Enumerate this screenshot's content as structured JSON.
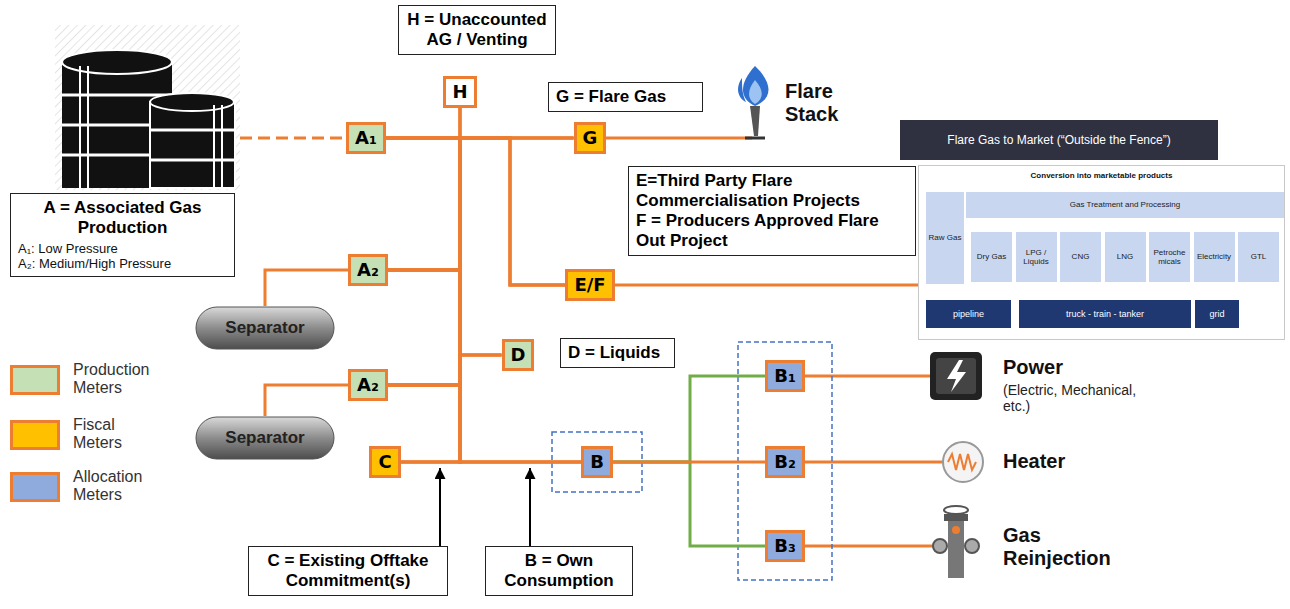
{
  "diagram": {
    "nodes": [
      {
        "text": [
          "H = Unaccounted AG / Venting"
        ]
      },
      {
        "text": [
          "H"
        ]
      },
      {
        "text": [
          "G = Flare Gas"
        ]
      },
      {
        "text": [
          "A₁"
        ]
      },
      {
        "text": [
          "G"
        ]
      },
      {
        "text": [
          "E=Third Party Flare Commercialisation Projects",
          "F = Producers Approved Flare Out Project"
        ]
      },
      {
        "text": [
          "Flare Gas to Market (“Outside the Fence”)"
        ]
      },
      {
        "text": [
          "Conversion into marketable products"
        ]
      },
      {
        "text": [
          "Gas Treatment and Processing"
        ],
        "in": 7
      },
      {
        "text": [
          "Raw Gas"
        ],
        "in": 7
      },
      {
        "text": [
          "Dry Gas"
        ],
        "in": 7
      },
      {
        "text": [
          "LPG / Liquids"
        ],
        "in": 7
      },
      {
        "text": [
          "CNG"
        ],
        "in": 7
      },
      {
        "text": [
          "LNG"
        ],
        "in": 7
      },
      {
        "text": [
          "Petroche micals"
        ],
        "in": 7
      },
      {
        "text": [
          "Electricity"
        ],
        "in": 7
      },
      {
        "text": [
          "GTL"
        ],
        "in": 7
      },
      {
        "text": [
          "pipeline"
        ],
        "in": 7
      },
      {
        "text": [
          "truck - train - tanker"
        ],
        "in": 7
      },
      {
        "text": [
          "grid"
        ],
        "in": 7
      },
      {
        "text": [
          "A = Associated Gas Production",
          "A₁: Low Pressure",
          "A₂: Medium/High Pressure"
        ]
      },
      {
        "text": [
          "E/F"
        ]
      },
      {
        "text": [
          "A₂"
        ]
      },
      {
        "text": [
          "Separator"
        ]
      },
      {
        "text": [
          "D"
        ]
      },
      {
        "text": [
          "D = Liquids"
        ]
      },
      {
        "text": [
          "A₂"
        ]
      },
      {
        "text": [
          "Separator"
        ]
      },
      {
        "text": [
          "C"
        ]
      },
      {
        "text": [
          "B"
        ]
      },
      {
        "text": [
          "B₁"
        ]
      },
      {
        "text": [
          "B₂"
        ]
      },
      {
        "text": [
          "B₃"
        ]
      },
      {
        "text": [
          "C = Existing Offtake Commitment(s)"
        ]
      },
      {
        "text": [
          "B = Own Consumption"
        ]
      }
    ],
    "edges": [
      {
        "from": 23,
        "to": 22,
        "arrow": "none"
      },
      {
        "from": 27,
        "to": 26,
        "arrow": "none"
      },
      {
        "from": 3,
        "to": 1,
        "arrow": "none"
      },
      {
        "from": 3,
        "to": 4,
        "arrow": "none"
      },
      {
        "from": 3,
        "to": 21,
        "arrow": "none"
      },
      {
        "from": 3,
        "to": 24,
        "arrow": "none"
      },
      {
        "from": 3,
        "to": 28,
        "arrow": "none"
      },
      {
        "from": 3,
        "to": 29,
        "arrow": "none"
      },
      {
        "from": 22,
        "to": 1,
        "arrow": "none"
      },
      {
        "from": 22,
        "to": 4,
        "arrow": "none"
      },
      {
        "from": 22,
        "to": 21,
        "arrow": "none"
      },
      {
        "from": 22,
        "to": 24,
        "arrow": "none"
      },
      {
        "from": 22,
        "to": 28,
        "arrow": "none"
      },
      {
        "from": 22,
        "to": 29,
        "arrow": "none"
      },
      {
        "from": 26,
        "to": 1,
        "arrow": "none"
      },
      {
        "from": 26,
        "to": 4,
        "arrow": "none"
      },
      {
        "from": 26,
        "to": 21,
        "arrow": "none"
      },
      {
        "from": 26,
        "to": 24,
        "arrow": "none"
      },
      {
        "from": 26,
        "to": 28,
        "arrow": "none"
      },
      {
        "from": 26,
        "to": 29,
        "arrow": "none"
      },
      {
        "from": 21,
        "to": 7,
        "arrow": "none"
      },
      {
        "from": 29,
        "to": 30,
        "arrow": "none"
      },
      {
        "from": 29,
        "to": 32,
        "arrow": "none"
      },
      {
        "from": 29,
        "to": 31,
        "arrow": "none"
      },
      {
        "from": 8,
        "to": 10,
        "arrow": "to"
      },
      {
        "from": 8,
        "to": 11,
        "arrow": "to"
      },
      {
        "from": 8,
        "to": 12,
        "arrow": "to"
      },
      {
        "from": 8,
        "to": 13,
        "arrow": "to"
      },
      {
        "from": 8,
        "to": 14,
        "arrow": "to"
      },
      {
        "from": 8,
        "to": 15,
        "arrow": "to"
      },
      {
        "from": 8,
        "to": 16,
        "arrow": "to"
      },
      {
        "from": 9,
        "to": 17,
        "arrow": "to"
      },
      {
        "from": 10,
        "to": 17,
        "arrow": "to"
      },
      {
        "from": 11,
        "to": 18,
        "arrow": "to"
      },
      {
        "from": 12,
        "to": 18,
        "arrow": "to"
      },
      {
        "from": 13,
        "to": 18,
        "arrow": "to"
      },
      {
        "from": 14,
        "to": 18,
        "arrow": "to"
      },
      {
        "from": 15,
        "to": 19,
        "arrow": "to"
      }
    ],
    "labels": [
      "Flare Stack",
      "Power",
      "(Electric, Mechanical, etc.)",
      "Heater",
      "Gas Reinjection"
    ],
    "legend": [
      {
        "text": "Production Meters",
        "color": "#c5e0b4"
      },
      {
        "text": "Fiscal Meters",
        "color": "#ffc000"
      },
      {
        "text": "Allocation Meters",
        "color": "#8faadc"
      }
    ]
  }
}
